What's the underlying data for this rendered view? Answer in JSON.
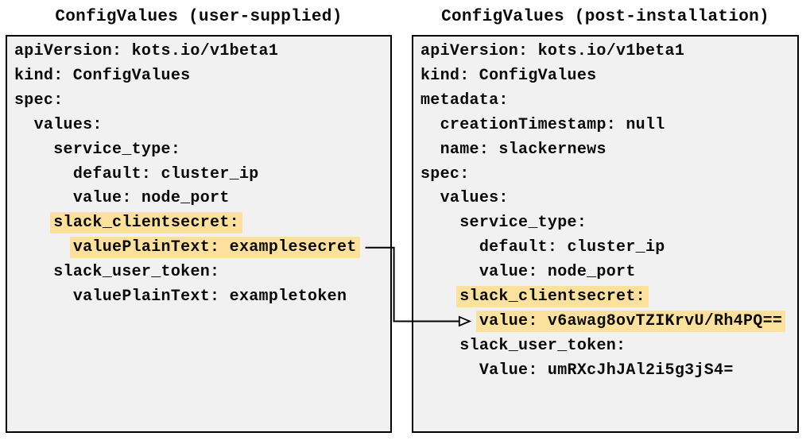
{
  "diagram": {
    "left_panel": {
      "title": "ConfigValues (user-supplied)",
      "lines": [
        {
          "text": "apiVersion: kots.io/v1beta1",
          "highlight": false
        },
        {
          "text": "kind: ConfigValues",
          "highlight": false
        },
        {
          "text": "spec:",
          "highlight": false
        },
        {
          "text": "  values:",
          "highlight": false
        },
        {
          "text": "    service_type:",
          "highlight": false
        },
        {
          "text": "      default: cluster_ip",
          "highlight": false
        },
        {
          "text": "      value: node_port",
          "highlight": false
        },
        {
          "text": "    slack_clientsecret:",
          "highlight": true
        },
        {
          "text": "      valuePlainText: examplesecret",
          "highlight": true,
          "arrow_source": true
        },
        {
          "text": "    slack_user_token:",
          "highlight": false
        },
        {
          "text": "      valuePlainText: exampletoken",
          "highlight": false
        }
      ]
    },
    "right_panel": {
      "title": "ConfigValues (post-installation)",
      "lines": [
        {
          "text": "apiVersion: kots.io/v1beta1",
          "highlight": false
        },
        {
          "text": "kind: ConfigValues",
          "highlight": false
        },
        {
          "text": "metadata:",
          "highlight": false
        },
        {
          "text": "  creationTimestamp: null",
          "highlight": false
        },
        {
          "text": "  name: slackernews",
          "highlight": false
        },
        {
          "text": "spec:",
          "highlight": false
        },
        {
          "text": "  values:",
          "highlight": false
        },
        {
          "text": "    service_type:",
          "highlight": false
        },
        {
          "text": "      default: cluster_ip",
          "highlight": false
        },
        {
          "text": "      value: node_port",
          "highlight": false
        },
        {
          "text": "    slack_clientsecret:",
          "highlight": true
        },
        {
          "text": "      value: v6awag8ovTZIKrvU/Rh4PQ==",
          "highlight": true,
          "arrow_target": true
        },
        {
          "text": "    slack_user_token:",
          "highlight": false
        },
        {
          "text": "      Value: umRXcJhJAl2i5g3jS4=",
          "highlight": false
        }
      ]
    },
    "arrow": {
      "from": "valuePlainText: examplesecret",
      "to": "value: v6awag8ovTZIKrvU/Rh4PQ=="
    },
    "colors": {
      "highlight": "#fbe19c",
      "panel_background": "#f1f1f1",
      "border": "#000000",
      "text": "#0a0a0a",
      "arrow": "#000000"
    }
  }
}
